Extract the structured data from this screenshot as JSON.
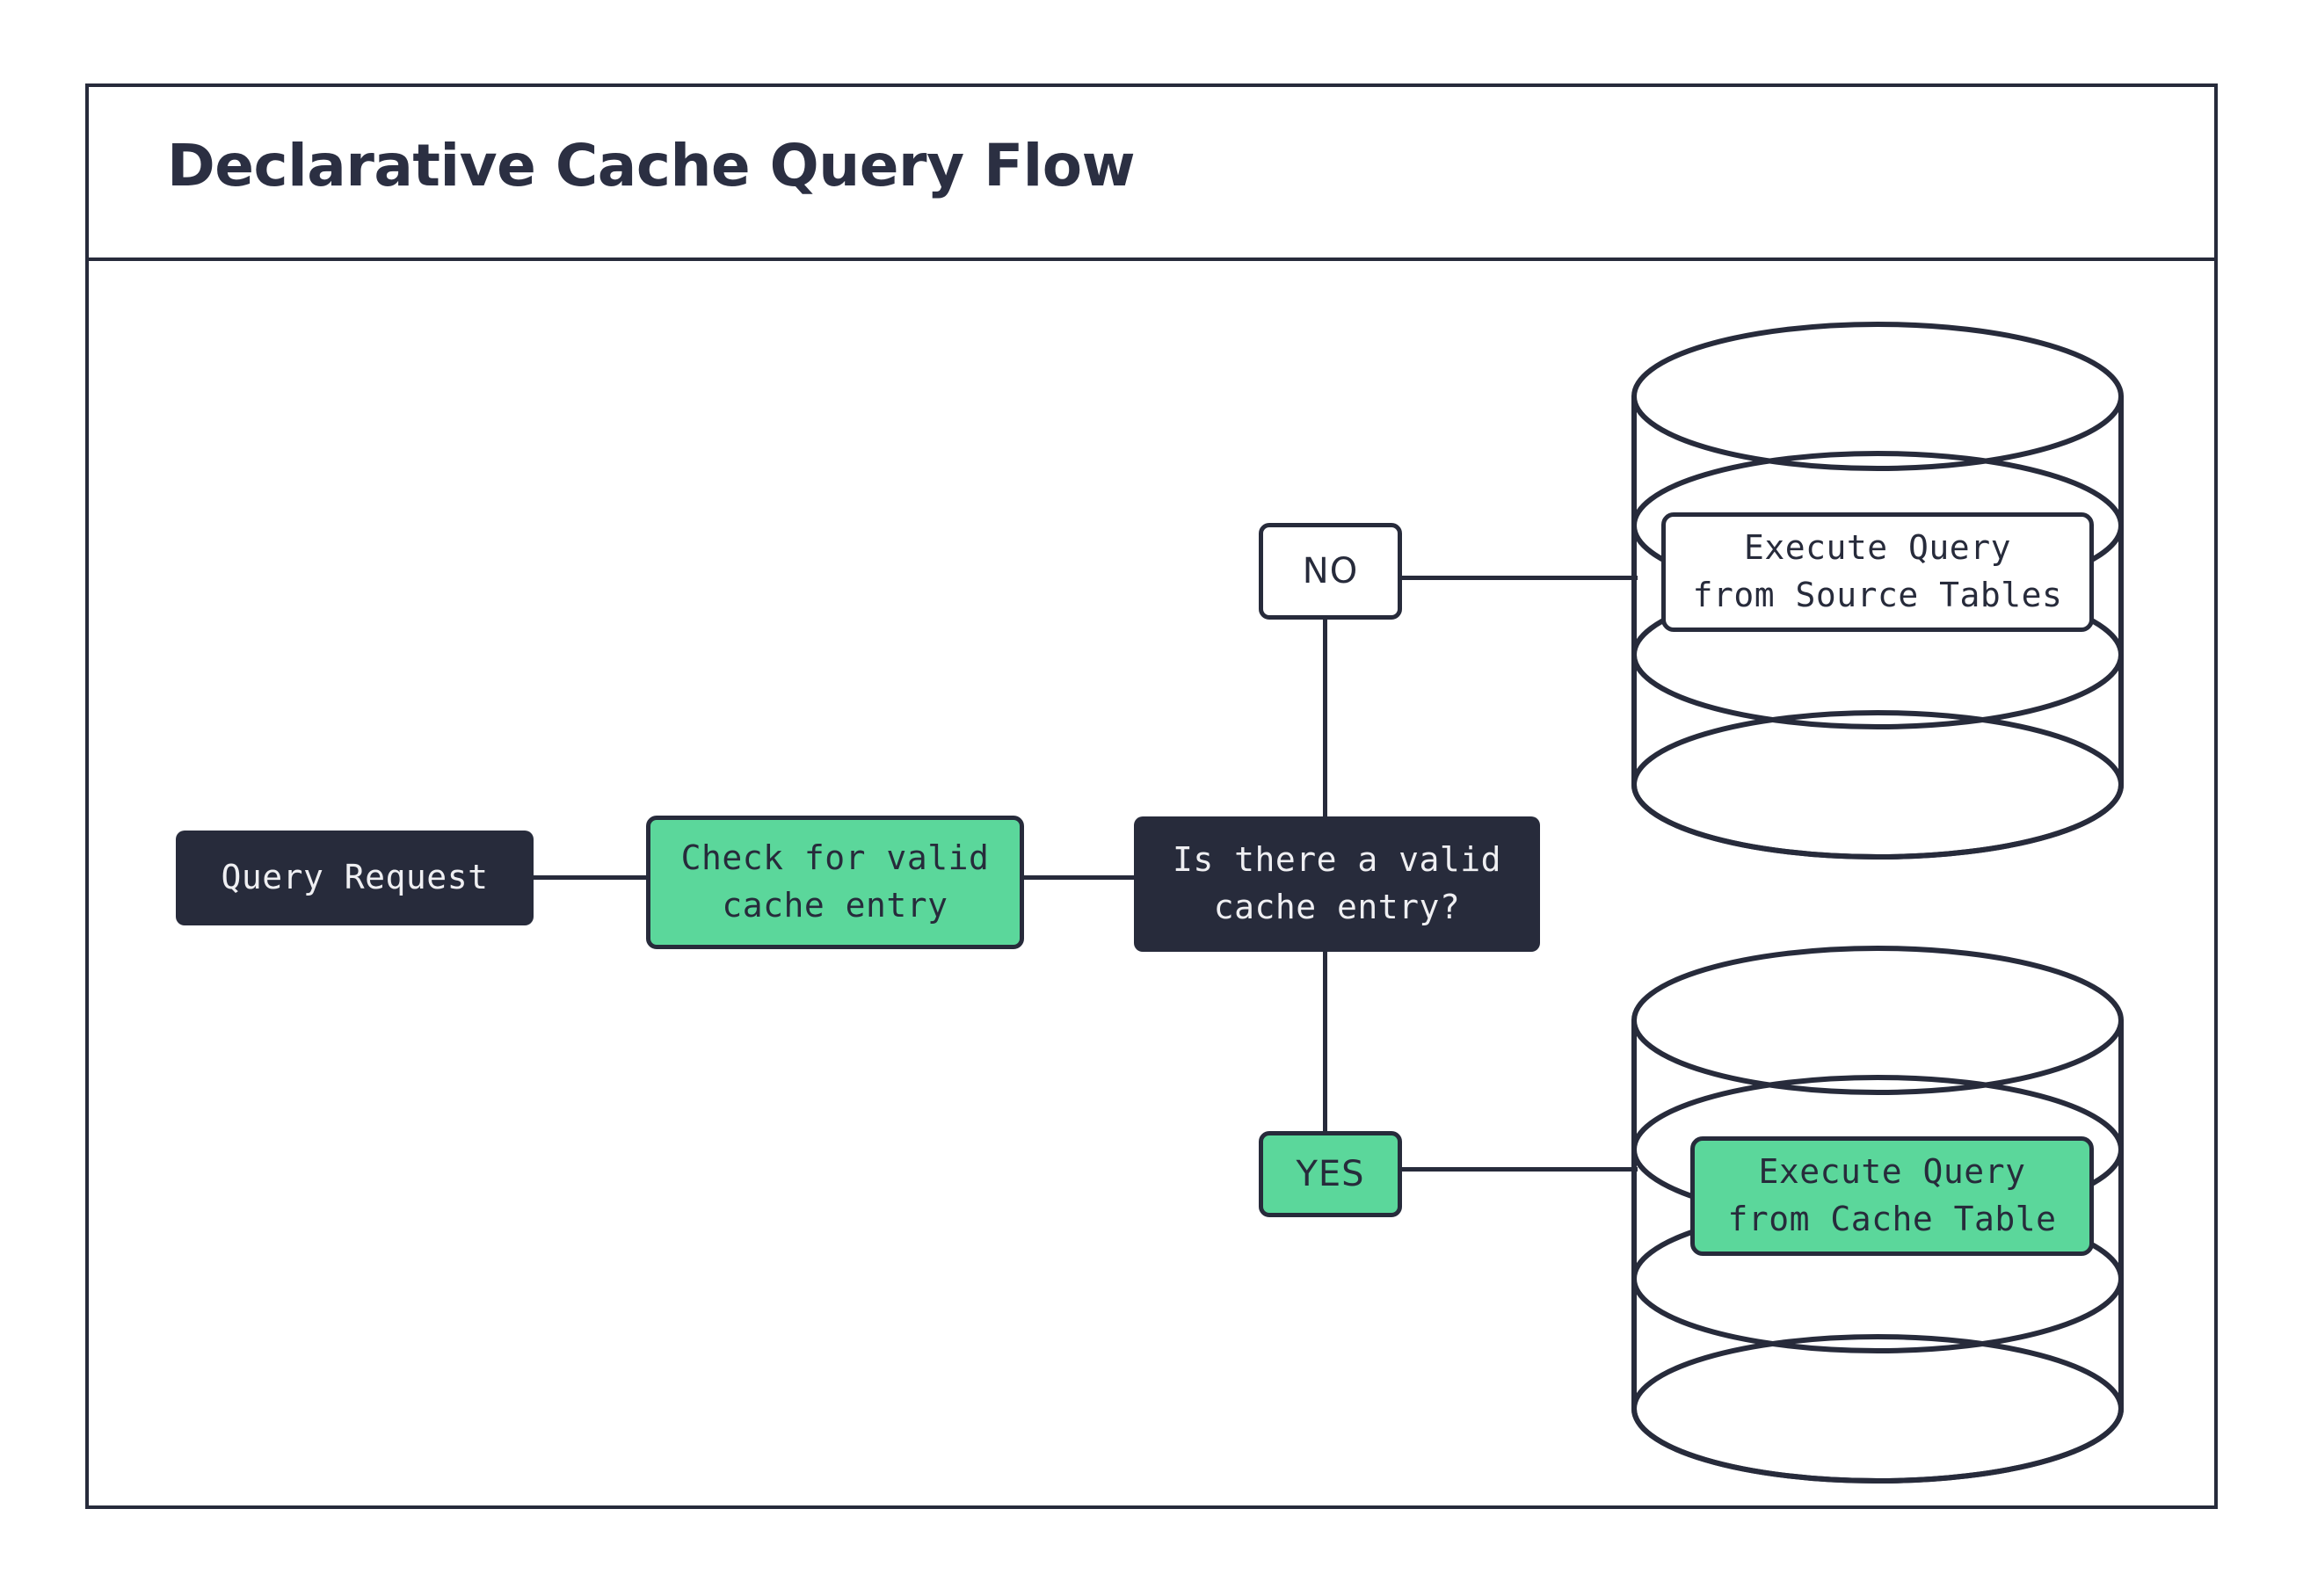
{
  "diagram": {
    "title": "Declarative Cache Query Flow",
    "colors": {
      "ink": "#272B3B",
      "accent_green": "#5BD79B",
      "dark_fill": "#272B3B",
      "light_text": "#EFEFF2",
      "background": "#FFFFFF"
    },
    "nodes": {
      "query_request": "Query Request",
      "check_cache": "Check for valid\ncache entry",
      "decision": "Is there a valid\ncache entry?",
      "branch_no": "NO",
      "branch_yes": "YES",
      "source_tables": "Execute Query\nfrom Source Tables",
      "cache_table": "Execute Query\nfrom Cache Table"
    },
    "edges": [
      {
        "from": "query_request",
        "to": "check_cache",
        "label": ""
      },
      {
        "from": "check_cache",
        "to": "decision",
        "label": ""
      },
      {
        "from": "decision",
        "to": "source_tables",
        "label": "NO"
      },
      {
        "from": "decision",
        "to": "cache_table",
        "label": "YES"
      }
    ]
  }
}
